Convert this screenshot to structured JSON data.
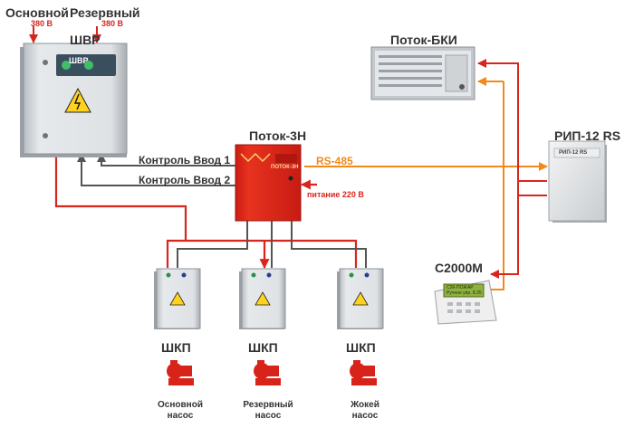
{
  "inputs": {
    "main": {
      "label": "Основной",
      "voltage": "380 В"
    },
    "reserve": {
      "label": "Резервный",
      "voltage": "380 В"
    }
  },
  "devices": {
    "shvr": {
      "label": "ШВР",
      "screen_text": "ШВР"
    },
    "bki": {
      "label": "Поток-БКИ"
    },
    "potok3n": {
      "label": "Поток-3Н",
      "brand": "ПОТОК-3Н",
      "power_label": "питание 220 В"
    },
    "rip": {
      "label": "РИП-12 RS",
      "front_text": "РИП-12 RS"
    },
    "c2000m": {
      "label": "С2000М",
      "screen_line1": "С2К-ПОЖАР",
      "screen_line2": "Ручное упр. 8.25"
    }
  },
  "links": {
    "control1": "Контроль Ввод 1",
    "control2": "Контроль Ввод 2",
    "rs485": "RS-485"
  },
  "cabinets": [
    {
      "label": "ШКП",
      "pump": "Основной насос"
    },
    {
      "label": "ШКП",
      "pump": "Резервный насос"
    },
    {
      "label": "ШКП",
      "pump": "Жокей насос"
    }
  ],
  "colors": {
    "power_line": "#d7261e",
    "control_line": "#555555",
    "rs485_line": "#f28a1a",
    "cabinet_body": "#d6dadd",
    "potok_body": "#e2261c"
  }
}
